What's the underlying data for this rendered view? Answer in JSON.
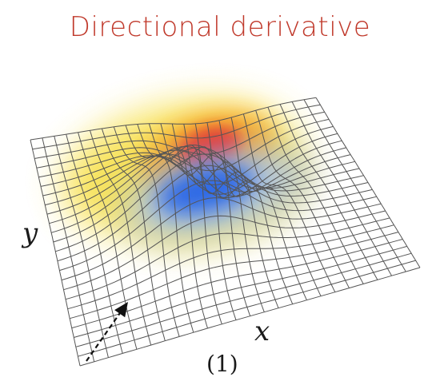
{
  "title": "Directional derivative",
  "axes": {
    "y_label": "y",
    "x_label": "x"
  },
  "caption": "(1)",
  "colors": {
    "title": "#c0392b",
    "grid": "#555555",
    "peak": "#e8221b",
    "peak_mid": "#f59a1e",
    "peak_outer": "#f7e04a",
    "valley": "#1e5ee8",
    "valley_outer": "#a9c2f2",
    "arrow": "#111111"
  },
  "surface": {
    "features": [
      "peak",
      "valley"
    ]
  },
  "arrow": {
    "style": "dashed",
    "direction": "up-right"
  }
}
